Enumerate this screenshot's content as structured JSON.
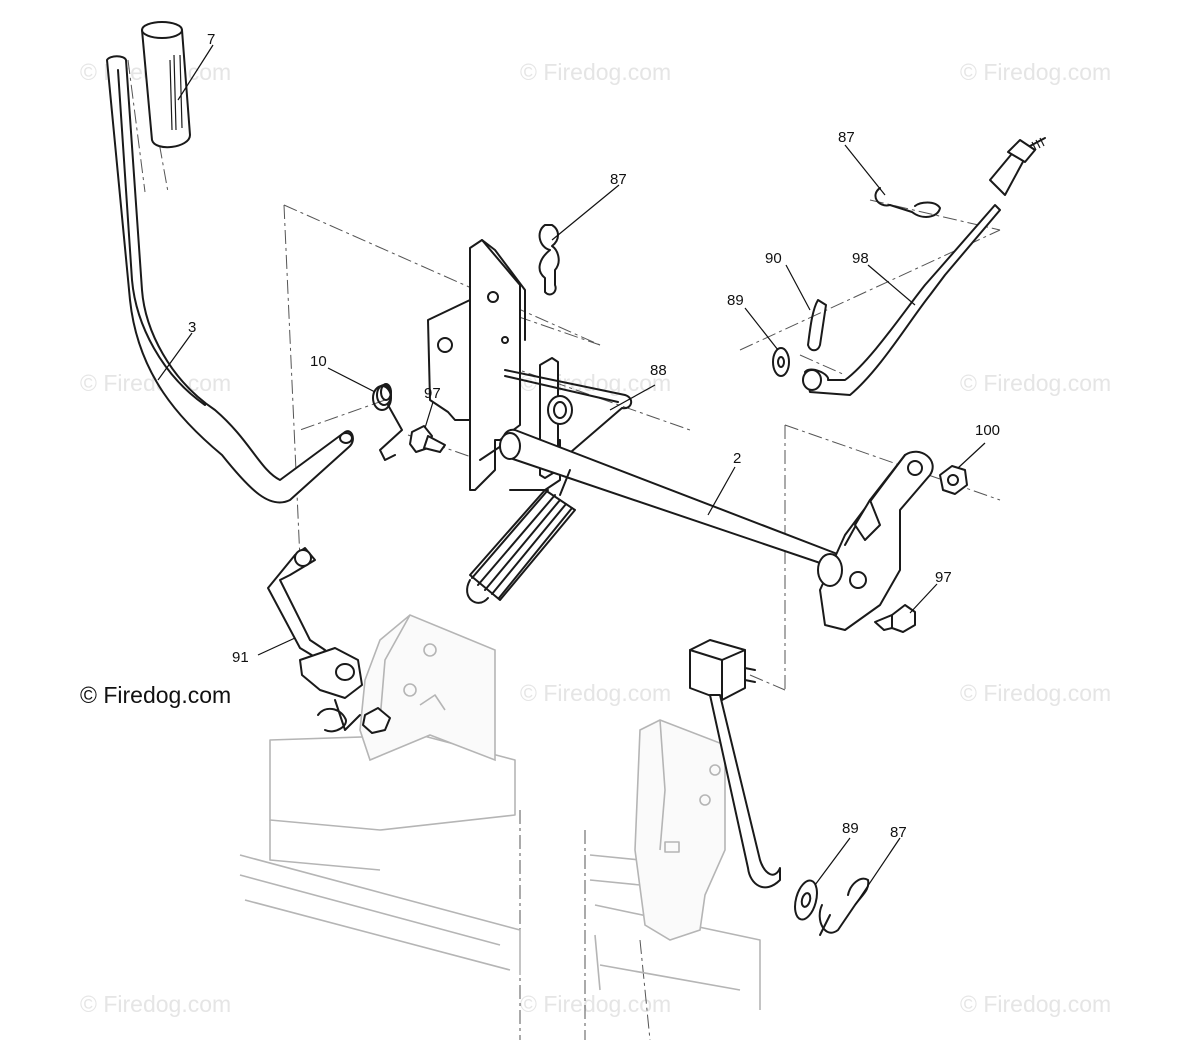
{
  "watermark": {
    "text": "© Firedog.com"
  },
  "callouts": {
    "handle_grip": "7",
    "lift_lever": "3",
    "torsion_spring": "10",
    "hairpin_clip_top": "87",
    "hairpin_clip_right": "87",
    "hairpin_clip_bottom": "87",
    "cotter_pin": "90",
    "washer_right": "89",
    "washer_bottom": "89",
    "adjust_rod": "98",
    "wire_clip": "88",
    "bolt_left": "97",
    "bolt_right": "97",
    "lift_shaft": "2",
    "nut": "100",
    "link_rod": "91"
  }
}
